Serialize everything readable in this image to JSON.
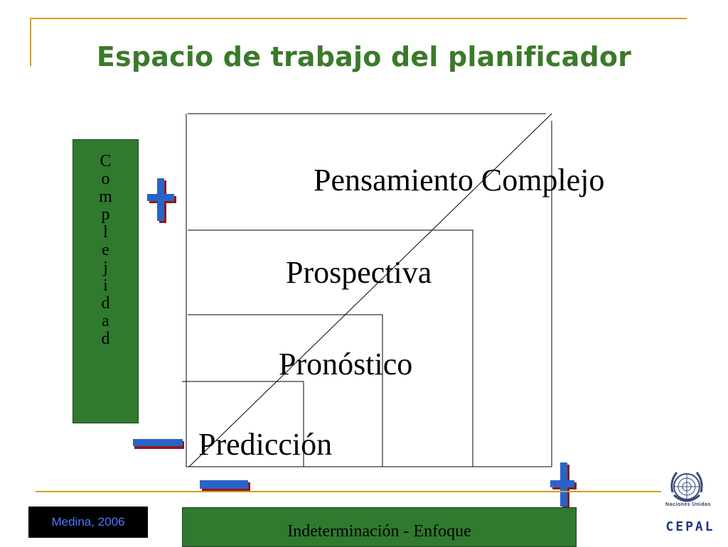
{
  "slide": {
    "title": "Espacio de trabajo del planificador",
    "vertical_axis_letters": [
      "C",
      "o",
      "m",
      "p",
      "l",
      "e",
      "j",
      "i",
      "d",
      "a",
      "d"
    ],
    "horizontal_axis_label": "Indeterminación - Enfoque",
    "citation": "Medina, 2006",
    "levels": [
      "Pensamiento Complejo",
      "Prospectiva",
      "Pronóstico",
      "Predicción"
    ]
  },
  "logo": {
    "org_name": "Naciones Unidas",
    "acronym": "CEPAL"
  },
  "colors": {
    "title": "#3a7a2a",
    "axis_box": "#2f7a2f",
    "accent_line": "#d4a017",
    "sign_blue": "#2a63c8",
    "sign_red": "#8b1a1a"
  },
  "icons": [
    "plus-sign-icon",
    "minus-sign-icon",
    "un-emblem-icon"
  ]
}
